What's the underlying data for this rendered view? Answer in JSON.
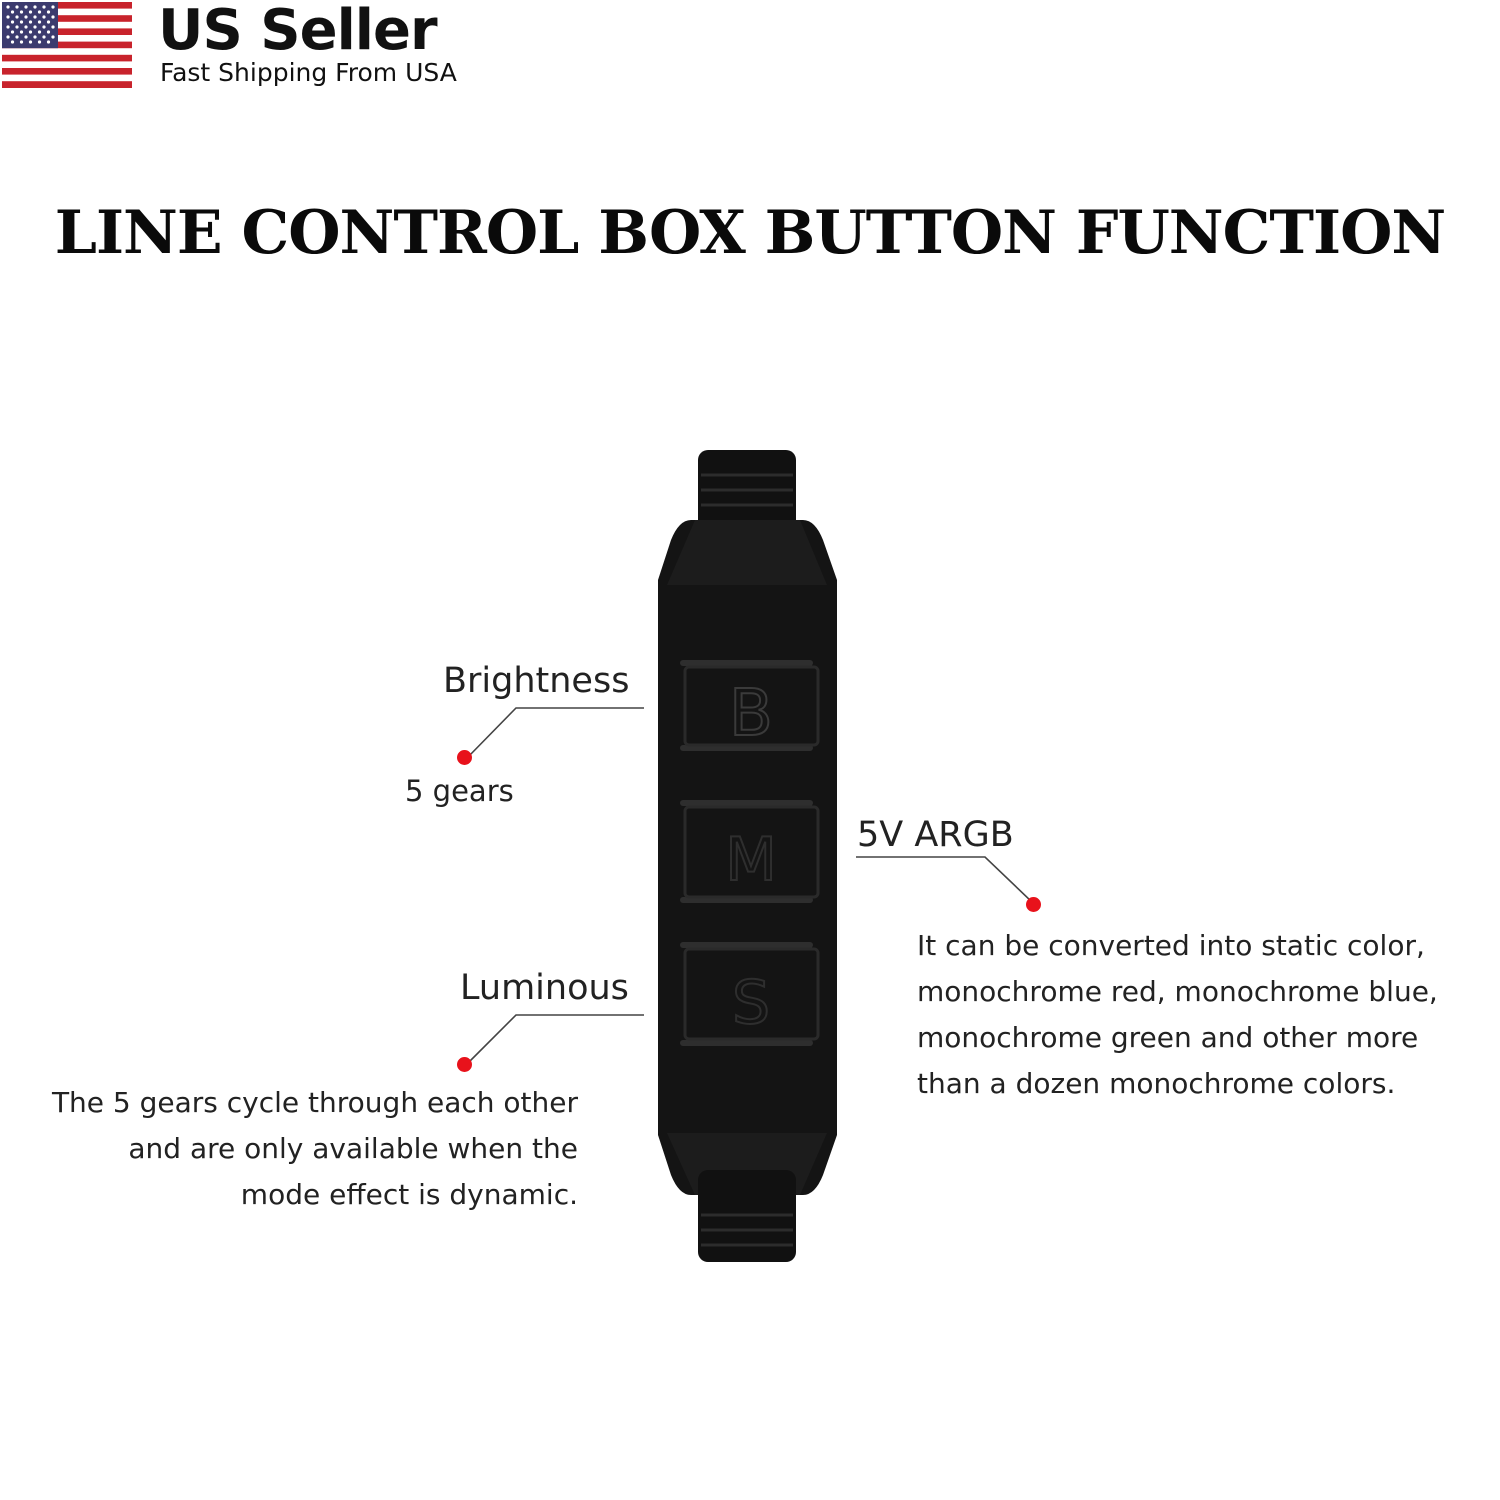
{
  "badge": {
    "title": "US Seller",
    "subtitle": "Fast Shipping From USA"
  },
  "heading": "LINE CONTROL BOX BUTTON FUNCTION",
  "device": {
    "buttons": [
      "B",
      "M",
      "S"
    ],
    "body_color": "#141414"
  },
  "annotations": {
    "brightness": {
      "label": "Brightness",
      "description": "5 gears"
    },
    "luminous": {
      "label": "Luminous",
      "description_lines": [
        "The 5 gears cycle through each other",
        "and are only available when the",
        "mode effect is dynamic."
      ]
    },
    "mode": {
      "label": "5V ARGB",
      "description_lines": [
        "It can be converted into static color,",
        "monochrome red, monochrome blue,",
        "monochrome green and other more",
        "than a dozen monochrome colors."
      ]
    },
    "dot_color": "#e8121b"
  }
}
